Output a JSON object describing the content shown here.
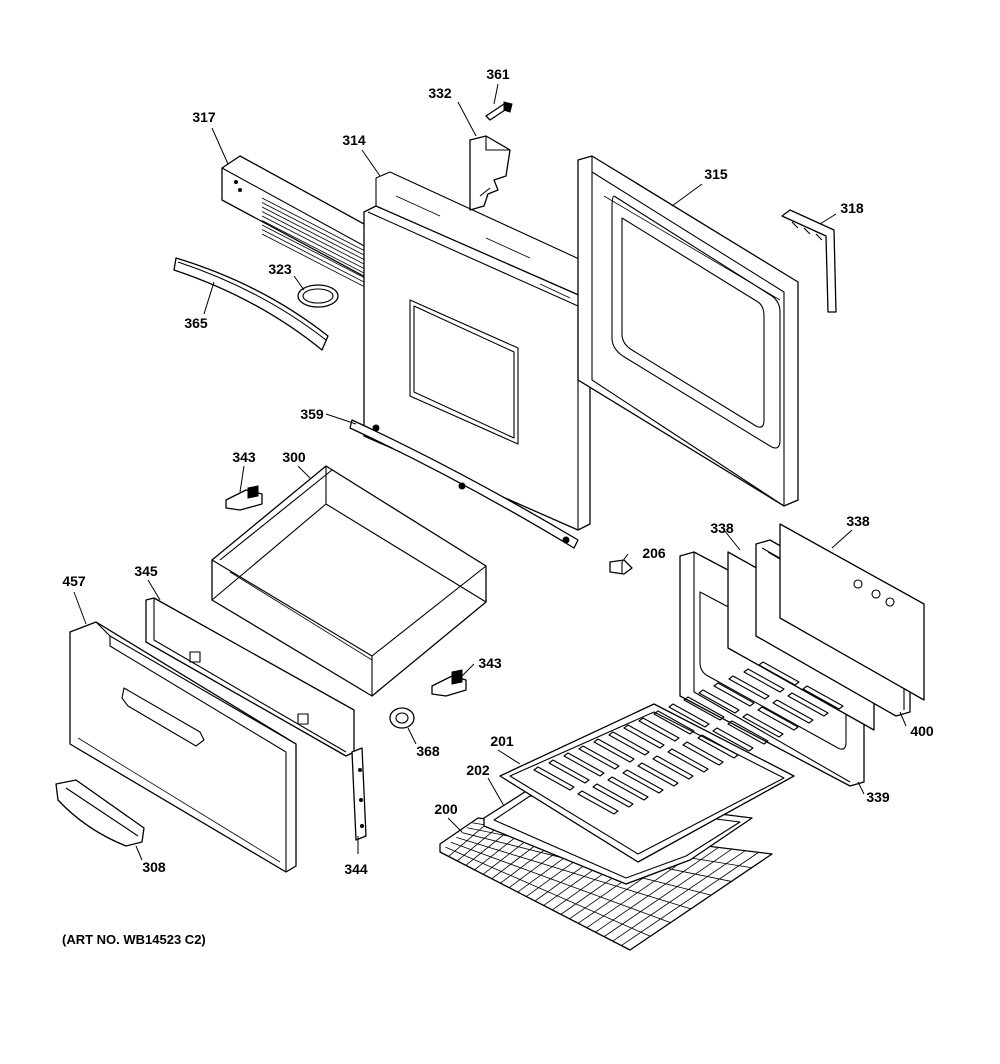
{
  "art_number": "(ART NO. WB14523 C2)",
  "parts": [
    {
      "id": "p361",
      "label": "361",
      "icon": "screw-icon"
    },
    {
      "id": "p332",
      "label": "332",
      "icon": "hinge-receiver-icon"
    },
    {
      "id": "p317",
      "label": "317",
      "icon": "door-vent-trim-icon"
    },
    {
      "id": "p314",
      "label": "314",
      "icon": "outer-door-panel-icon"
    },
    {
      "id": "p315",
      "label": "315",
      "icon": "inner-door-liner-icon"
    },
    {
      "id": "p318",
      "label": "318",
      "icon": "door-side-trim-icon"
    },
    {
      "id": "p323",
      "label": "323",
      "icon": "badge-icon"
    },
    {
      "id": "p365",
      "label": "365",
      "icon": "door-handle-icon"
    },
    {
      "id": "p359",
      "label": "359",
      "icon": "door-bottom-trim-icon"
    },
    {
      "id": "p343a",
      "label": "343",
      "icon": "drawer-slide-bracket-icon"
    },
    {
      "id": "p300",
      "label": "300",
      "icon": "storage-drawer-icon"
    },
    {
      "id": "p206",
      "label": "206",
      "icon": "plug-button-icon"
    },
    {
      "id": "p338a",
      "label": "338",
      "icon": "door-glass-icon"
    },
    {
      "id": "p338b",
      "label": "338",
      "icon": "door-glass-icon"
    },
    {
      "id": "p457",
      "label": "457",
      "icon": "drawer-front-panel-icon"
    },
    {
      "id": "p345",
      "label": "345",
      "icon": "drawer-back-panel-icon"
    },
    {
      "id": "p343b",
      "label": "343",
      "icon": "drawer-slide-bracket-icon"
    },
    {
      "id": "p368",
      "label": "368",
      "icon": "roller-icon"
    },
    {
      "id": "p344",
      "label": "344",
      "icon": "drawer-rail-icon"
    },
    {
      "id": "p308",
      "label": "308",
      "icon": "drawer-handle-icon"
    },
    {
      "id": "p201",
      "label": "201",
      "icon": "broiler-grid-icon"
    },
    {
      "id": "p202",
      "label": "202",
      "icon": "broiler-pan-icon"
    },
    {
      "id": "p200",
      "label": "200",
      "icon": "oven-rack-icon"
    },
    {
      "id": "p400",
      "label": "400",
      "icon": "glass-pack-icon"
    },
    {
      "id": "p339",
      "label": "339",
      "icon": "door-gasket-frame-icon"
    }
  ]
}
